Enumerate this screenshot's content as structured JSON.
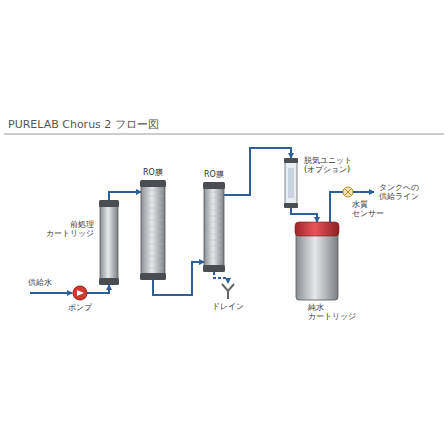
{
  "diagram": {
    "title": "PURELAB Chorus 2 フロー図",
    "nodes": [
      {
        "text": [
          "ポンプ"
        ]
      },
      {
        "text": [
          "前処理 カートリッジ"
        ]
      },
      {
        "text": [
          "RO膜"
        ]
      },
      {
        "text": [
          "RO膜"
        ]
      },
      {
        "text": [
          "ドレイン"
        ]
      },
      {
        "text": [
          "脱気ユニット (オプション)"
        ]
      },
      {
        "text": [
          "純水 カートリッジ"
        ]
      }
    ],
    "edges": [
      {
        "from": 0,
        "to": 1,
        "arrow": "to"
      },
      {
        "from": 1,
        "to": 2,
        "arrow": "to"
      },
      {
        "from": 2,
        "to": 3,
        "arrow": "to"
      },
      {
        "from": 3,
        "to": 4,
        "arrow": "to"
      },
      {
        "from": 3,
        "to": 5,
        "arrow": "to"
      },
      {
        "from": 5,
        "to": 6,
        "arrow": "to"
      }
    ],
    "labels": [
      "供給水",
      "水質 センサー",
      "タンクへの 供給ライン"
    ]
  }
}
